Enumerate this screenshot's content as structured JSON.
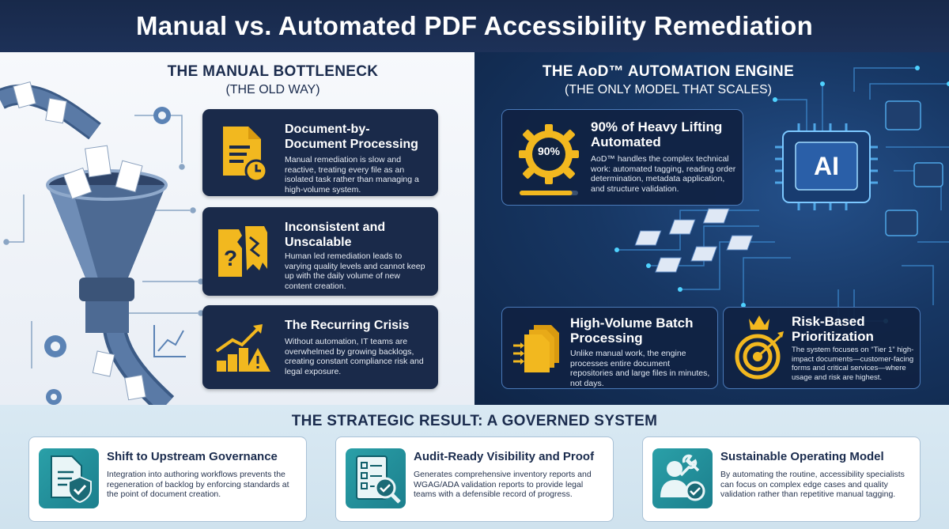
{
  "title": "Manual vs. Automated PDF Accessibility Remediation",
  "left": {
    "heading": "THE MANUAL BOTTLENECK",
    "subheading": "(THE OLD WAY)",
    "cards": [
      {
        "title": "Document-by-Document Processing",
        "text": "Manual remediation is slow and reactive, treating every file as an isolated task rather than managing a high-volume system.",
        "icon": "document-clock-icon"
      },
      {
        "title": "Inconsistent and Unscalable",
        "text": "Human led remediation leads to varying quality levels and cannot keep up with the daily volume of new content creation.",
        "icon": "torn-documents-question-icon"
      },
      {
        "title": "The Recurring Crisis",
        "text": "Without automation, IT teams are overwhelmed by growing backlogs, creating constant compliance risk and legal exposure.",
        "icon": "rising-stacks-warning-icon"
      }
    ]
  },
  "right": {
    "heading": "THE AoD™ AUTOMATION ENGINE",
    "subheading": "(THE ONLY MODEL THAT SCALES)",
    "chip_label": "AI",
    "gear_label": "90%",
    "gear_progress": 0.9,
    "cards": [
      {
        "title": "90% of Heavy Lifting Automated",
        "text": "AoD™ handles the complex technical work: automated tagging, reading order determination, metadata application, and structure validation.",
        "icon": "gear-progress-icon"
      },
      {
        "title": "High-Volume Batch Processing",
        "text": "Unlike manual work, the engine processes entire document repositories and large files in minutes, not days.",
        "icon": "document-stack-icon"
      },
      {
        "title": "Risk-Based Prioritization",
        "text": "The system focuses on “Tier 1” high-impact documents—customer-facing forms and critical services—where usage and risk are highest.",
        "icon": "target-crown-icon"
      }
    ]
  },
  "bottom": {
    "heading": "THE STRATEGIC RESULT: A GOVERNED SYSTEM",
    "cards": [
      {
        "title": "Shift to Upstream Governance",
        "text": "Integration into authoring workflows prevents the regeneration of backlog  by enforcing standards at the point of document creation.",
        "icon": "document-shield-icon"
      },
      {
        "title": "Audit-Ready Visibility and Proof",
        "text": "Generates comprehensive inventory reports and WGAG/ADA validation reports to provide legal teams with a defensible record of progress.",
        "icon": "checklist-magnifier-icon"
      },
      {
        "title": "Sustainable Operating Model",
        "text": "By automating the routine, accessibility specialists can focus on complex edge cases and quality validation rather than repetitive manual tagging.",
        "icon": "person-wrench-check-icon"
      }
    ]
  },
  "colors": {
    "navy": "#1a2a4a",
    "accent_yellow": "#f2b81f",
    "teal": "#1f8e99",
    "cyan_glow": "#4fd2ff"
  }
}
